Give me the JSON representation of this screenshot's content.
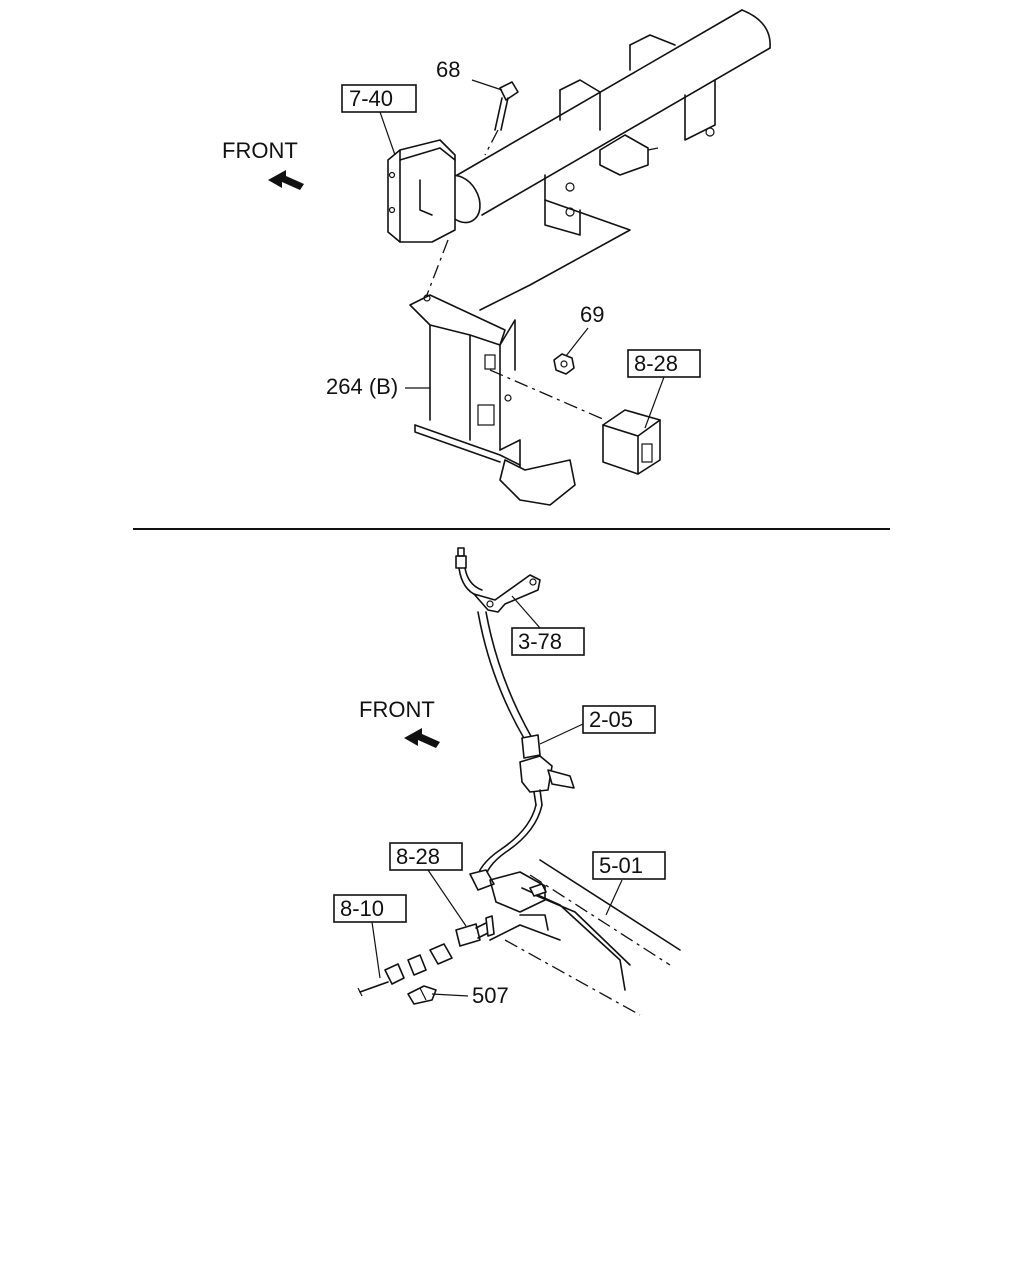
{
  "upper_view": {
    "front_label": "FRONT",
    "callouts": {
      "c68": "68",
      "c69": "69",
      "c264b": "264 (B)",
      "ref_7_40": "7-40",
      "ref_8_28": "8-28"
    }
  },
  "lower_view": {
    "front_label": "FRONT",
    "callouts": {
      "ref_3_78": "3-78",
      "ref_2_05": "2-05",
      "ref_8_28": "8-28",
      "ref_5_01": "5-01",
      "ref_8_10": "8-10",
      "c507": "507"
    }
  },
  "colors": {
    "ink": "#111111",
    "paper": "#ffffff"
  }
}
